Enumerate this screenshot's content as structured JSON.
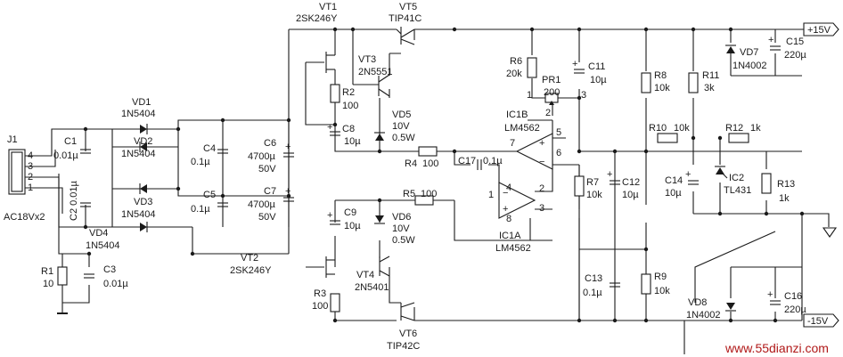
{
  "connector": {
    "ref": "J1",
    "pins": [
      "4",
      "3",
      "2",
      "1"
    ],
    "input": "AC18Vx2"
  },
  "rails": {
    "pos": "+15V",
    "neg": "-15V"
  },
  "components": {
    "vd1": {
      "ref": "VD1",
      "val": "1N5404"
    },
    "vd2": {
      "ref": "VD2",
      "val": "1N5404"
    },
    "vd3": {
      "ref": "VD3",
      "val": "1N5404"
    },
    "vd4": {
      "ref": "VD4",
      "val": "1N5404"
    },
    "c1": {
      "ref": "C1",
      "val": "0.01µ"
    },
    "c2": {
      "ref": "C2",
      "val": "0.01µ"
    },
    "c3": {
      "ref": "C3",
      "val": "0.01µ"
    },
    "r1": {
      "ref": "R1",
      "val": "10"
    },
    "c4": {
      "ref": "C4",
      "val": "0.1µ"
    },
    "c5": {
      "ref": "C5",
      "val": "0.1µ"
    },
    "c6": {
      "ref": "C6",
      "val": "4700µ",
      "v": "50V"
    },
    "c7": {
      "ref": "C7",
      "val": "4700µ",
      "v": "50V"
    },
    "vt1": {
      "ref": "VT1",
      "val": "2SK246Y"
    },
    "vt2": {
      "ref": "VT2",
      "val": "2SK246Y"
    },
    "vt3": {
      "ref": "VT3",
      "val": "2N5551"
    },
    "vt4": {
      "ref": "VT4",
      "val": "2N5401"
    },
    "vt5": {
      "ref": "VT5",
      "val": "TIP41C"
    },
    "vt6": {
      "ref": "VT6",
      "val": "TIP42C"
    },
    "r2": {
      "ref": "R2",
      "val": "100"
    },
    "r3": {
      "ref": "R3",
      "val": "100"
    },
    "c8": {
      "ref": "C8",
      "val": "10µ"
    },
    "c9": {
      "ref": "C9",
      "val": "10µ"
    },
    "vd5": {
      "ref": "VD5",
      "val": "10V",
      "p": "0.5W"
    },
    "vd6": {
      "ref": "VD6",
      "val": "10V",
      "p": "0.5W"
    },
    "r4": {
      "ref": "R4",
      "val": "100"
    },
    "r5": {
      "ref": "R5",
      "val": "100"
    },
    "c17": {
      "ref": "C17",
      "val": "0.1µ"
    },
    "r6": {
      "ref": "R6",
      "val": "20k"
    },
    "pr1": {
      "ref": "PR1",
      "val": "200"
    },
    "c11": {
      "ref": "C11",
      "val": "10µ"
    },
    "ic1b": {
      "ref": "IC1B",
      "val": "LM4562"
    },
    "ic1a": {
      "ref": "IC1A",
      "val": "LM4562"
    },
    "r7": {
      "ref": "R7",
      "val": "10k"
    },
    "c12": {
      "ref": "C12",
      "val": "10µ"
    },
    "c13": {
      "ref": "C13",
      "val": "0.1µ"
    },
    "r8": {
      "ref": "R8",
      "val": "10k"
    },
    "r9": {
      "ref": "R9",
      "val": "10k"
    },
    "r10": {
      "ref": "R10",
      "val": "10k"
    },
    "r11": {
      "ref": "R11",
      "val": "3k"
    },
    "r12": {
      "ref": "R12",
      "val": "1k"
    },
    "r13": {
      "ref": "R13",
      "val": "1k"
    },
    "c14": {
      "ref": "C14",
      "val": "10µ"
    },
    "ic2": {
      "ref": "IC2",
      "val": "TL431"
    },
    "vd7": {
      "ref": "VD7",
      "val": "1N4002"
    },
    "vd8": {
      "ref": "VD8",
      "val": "1N4002"
    },
    "c15": {
      "ref": "C15",
      "val": "220µ"
    },
    "c16": {
      "ref": "C16",
      "val": "220µ"
    }
  },
  "pins": {
    "ic1b_in_pos": "5",
    "ic1b_in_neg": "6",
    "ic1b_out": "7",
    "ic1a_out": "1",
    "ic1a_in_neg": "2",
    "ic1a_in_pos": "3",
    "ic1a_v_pos": "4",
    "ic1a_v_neg": "8",
    "pr1_1": "1",
    "pr1_2": "2",
    "pr1_3": "3"
  },
  "watermark": "www.55dianzi.com"
}
